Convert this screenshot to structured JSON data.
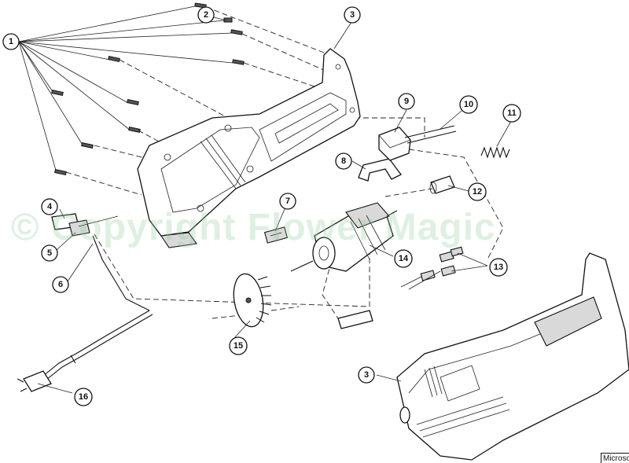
{
  "watermark": "© Copyright Flower Magic",
  "corner_text": "Microso",
  "callouts": [
    {
      "id": "c1",
      "label": "1"
    },
    {
      "id": "c2",
      "label": "2"
    },
    {
      "id": "c3a",
      "label": "3"
    },
    {
      "id": "c3b",
      "label": "3"
    },
    {
      "id": "c4",
      "label": "4"
    },
    {
      "id": "c5",
      "label": "5"
    },
    {
      "id": "c6",
      "label": "6"
    },
    {
      "id": "c7",
      "label": "7"
    },
    {
      "id": "c8",
      "label": "8"
    },
    {
      "id": "c9",
      "label": "9"
    },
    {
      "id": "c10",
      "label": "10"
    },
    {
      "id": "c11",
      "label": "11"
    },
    {
      "id": "c12",
      "label": "12"
    },
    {
      "id": "c13",
      "label": "13"
    },
    {
      "id": "c14",
      "label": "14"
    },
    {
      "id": "c15",
      "label": "15"
    },
    {
      "id": "c16",
      "label": "16"
    }
  ]
}
